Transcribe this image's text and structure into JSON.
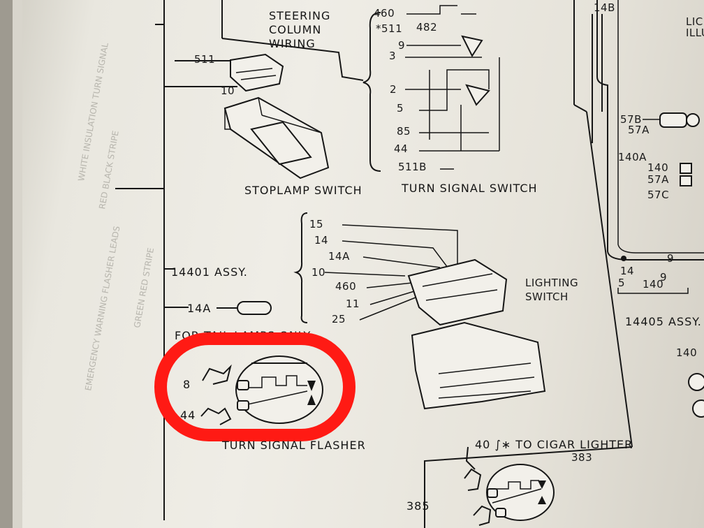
{
  "components": {
    "steering_column": {
      "label_lines": [
        "STEERING",
        "COLUMN",
        "WIRING"
      ]
    },
    "stoplamp_switch": {
      "label": "STOPLAMP SWITCH",
      "wires": [
        "511",
        "10"
      ]
    },
    "turn_signal_switch": {
      "label": "TURN SIGNAL SWITCH",
      "wires": [
        "460",
        "482",
        "*511",
        "9",
        "3",
        "2",
        "5",
        "85",
        "44",
        "511B"
      ]
    },
    "lighting_switch": {
      "label_lines": [
        "LIGHTING",
        "SWITCH"
      ],
      "assembly": "14401 ASSY.",
      "wires": [
        "15",
        "14",
        "14A",
        "10",
        "460",
        "11",
        "25"
      ]
    },
    "connector_14a": {
      "label": "14A"
    },
    "for_lamps_note": {
      "label": "FOR TAIL LAMPS ONLY"
    },
    "turn_signal_flasher": {
      "label": "TURN SIGNAL FLASHER",
      "wires": [
        "8",
        "44"
      ],
      "highlight_color": "#ff1a14"
    },
    "cigar_lighter": {
      "label": "40 ∫∗ TO CIGAR LIGHTER",
      "wires": [
        "383",
        "385"
      ]
    },
    "license_lamp": {
      "label_lines": [
        "LICE",
        "ILLU"
      ],
      "wires": [
        "14B",
        "57B",
        "57A",
        "140A",
        "140",
        "57A",
        "57C",
        "14",
        "9",
        "5",
        "140",
        "9",
        "140"
      ],
      "assembly": "14405 ASSY."
    }
  },
  "colors": {
    "paper": "#ebe9e2",
    "ink": "#161616",
    "highlight": "#ff1a14"
  }
}
